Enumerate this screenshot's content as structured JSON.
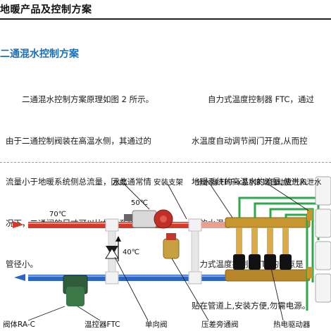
{
  "header": {
    "title": "地暖产品及控制方案"
  },
  "section": {
    "title": "二通混水控制方案"
  },
  "left_paragraph": {
    "lines": [
      "　　二通混水控制方案原理如图 2 所示。",
      "由于二通控制阀装在高温水侧，其通过的",
      "流量小于地暖系统侧总流量，因此通常情",
      "况下，二通阀的尺寸可以比地暖系统的总",
      "管径小。"
    ]
  },
  "right_paragraph": {
    "lines": [
      "　　自力式温度控制器 FTC，通过",
      "水温度自动调节阀门开度,从而控",
      "地暖系统的高温水的流量,使进入",
      "统的水温满足要求。FTC 上有刻",
      "自力式温度控制器FTC的特点是",
      "贴在管道上,安装方便,勿需电源。"
    ]
  },
  "diagram": {
    "top_labels": {
      "pump": "水泵",
      "mount_bracket": "安装支架",
      "manifold": "分水器 FHF-x系列",
      "auto_vent": "末端自动放气和泄水"
    },
    "temps": {
      "supply": "70℃",
      "mid": "50℃",
      "bypass": "40℃"
    },
    "bottom_labels": {
      "valve_body": "阀体RA-C",
      "temp_controller": "温控器FTC",
      "check_valve": "单向阀",
      "bypass_valve": "压差旁通阀",
      "thermal_actuator": "热电驱动器"
    },
    "colors": {
      "hot": "#d43a2a",
      "cold": "#2d64c8",
      "neutral": "#e8e8e8",
      "brass": "#c8962e",
      "leader": "#222222"
    }
  }
}
